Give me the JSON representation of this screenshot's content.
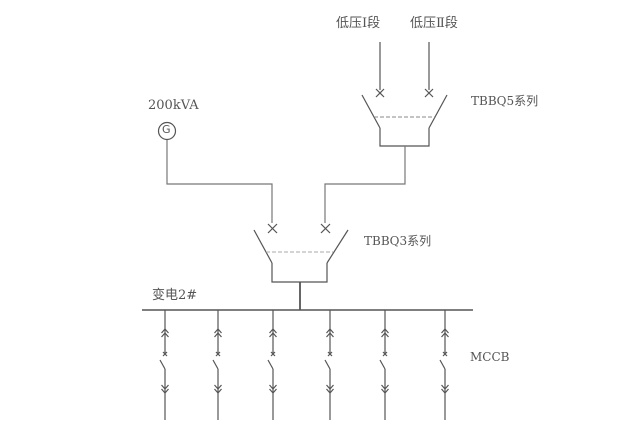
{
  "labels": {
    "lv_section_1": "低压Ⅰ段",
    "lv_section_2": "低压Ⅱ段",
    "tbbq5": "TBBQ5系列",
    "generator_rating": "200kVA",
    "generator_symbol": "G",
    "tbbq3": "TBBQ3系列",
    "bus_name": "变电2#",
    "mccb": "MCCB"
  },
  "feeders": [
    {
      "id": "feeder-1"
    },
    {
      "id": "feeder-2"
    },
    {
      "id": "feeder-3"
    },
    {
      "id": "feeder-4"
    },
    {
      "id": "feeder-5"
    },
    {
      "id": "feeder-6"
    }
  ],
  "colors": {
    "line": "#555555",
    "text": "#555555",
    "dashed": "#999999"
  }
}
